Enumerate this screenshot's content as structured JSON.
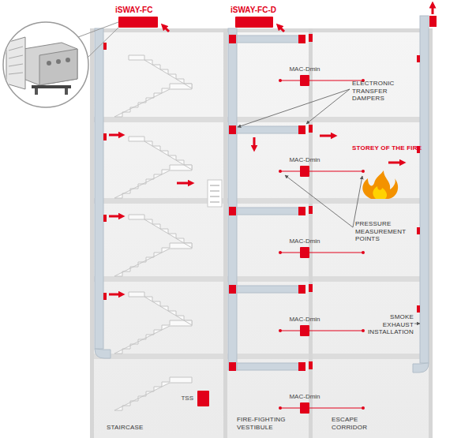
{
  "diagram": {
    "nodes": [
      {
        "text": [
          "iSWAY-FC"
        ]
      },
      {
        "text": [
          "iSWAY-FC-D"
        ]
      },
      {
        "text": [
          "MAC-Dmin"
        ]
      },
      {
        "text": [
          "MAC-Dmin"
        ]
      },
      {
        "text": [
          "MAC-Dmin"
        ]
      },
      {
        "text": [
          "MAC-Dmin"
        ]
      },
      {
        "text": [
          "MAC-Dmin"
        ]
      },
      {
        "text": [
          "TSS"
        ]
      }
    ],
    "labels": [
      "ELECTRONIC TRANSFER DAMPERS",
      "STOREY OF THE FIRE",
      "PRESSURE MEASUREMENT POINTS",
      "SMOKE EXHAUST INSTALLATION",
      "STAIRCASE",
      "FIRE-FIGHTING VESTIBULE",
      "ESCAPE CORRIDOR"
    ]
  }
}
